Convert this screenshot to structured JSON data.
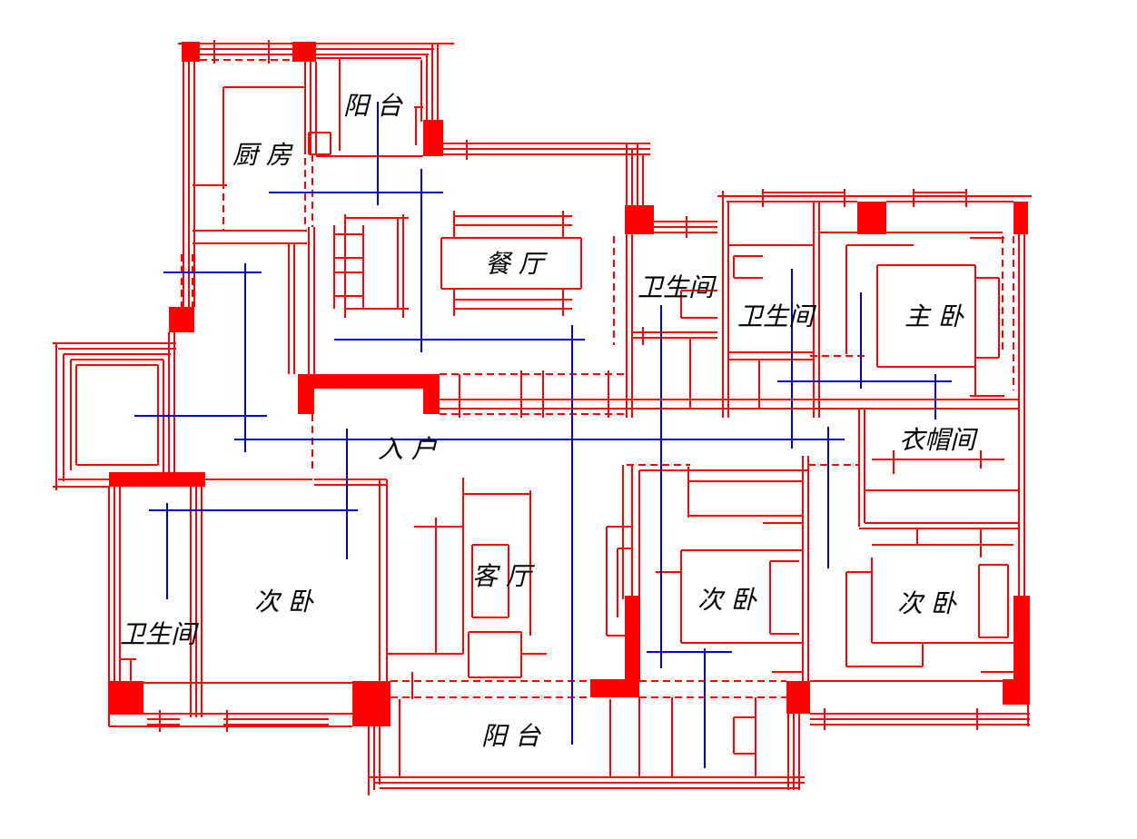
{
  "colors": {
    "background": "#ffffff",
    "wall": "#ff0000",
    "axis": "#0000cc",
    "text": "#000000"
  },
  "rooms": {
    "balcony_top": "阳 台",
    "kitchen": "厨 房",
    "dining": "餐 厅",
    "bath_center_left": "卫生间",
    "bath_center_right": "卫生间",
    "master_bedroom": "主 卧",
    "cloakroom": "衣帽间",
    "entrance": "入 户",
    "living": "客 厅",
    "second_bedroom_left": "次 卧",
    "bath_left": "卫生间",
    "second_bedroom_center": "次 卧",
    "second_bedroom_right": "次 卧",
    "balcony_bottom": "阳 台"
  }
}
